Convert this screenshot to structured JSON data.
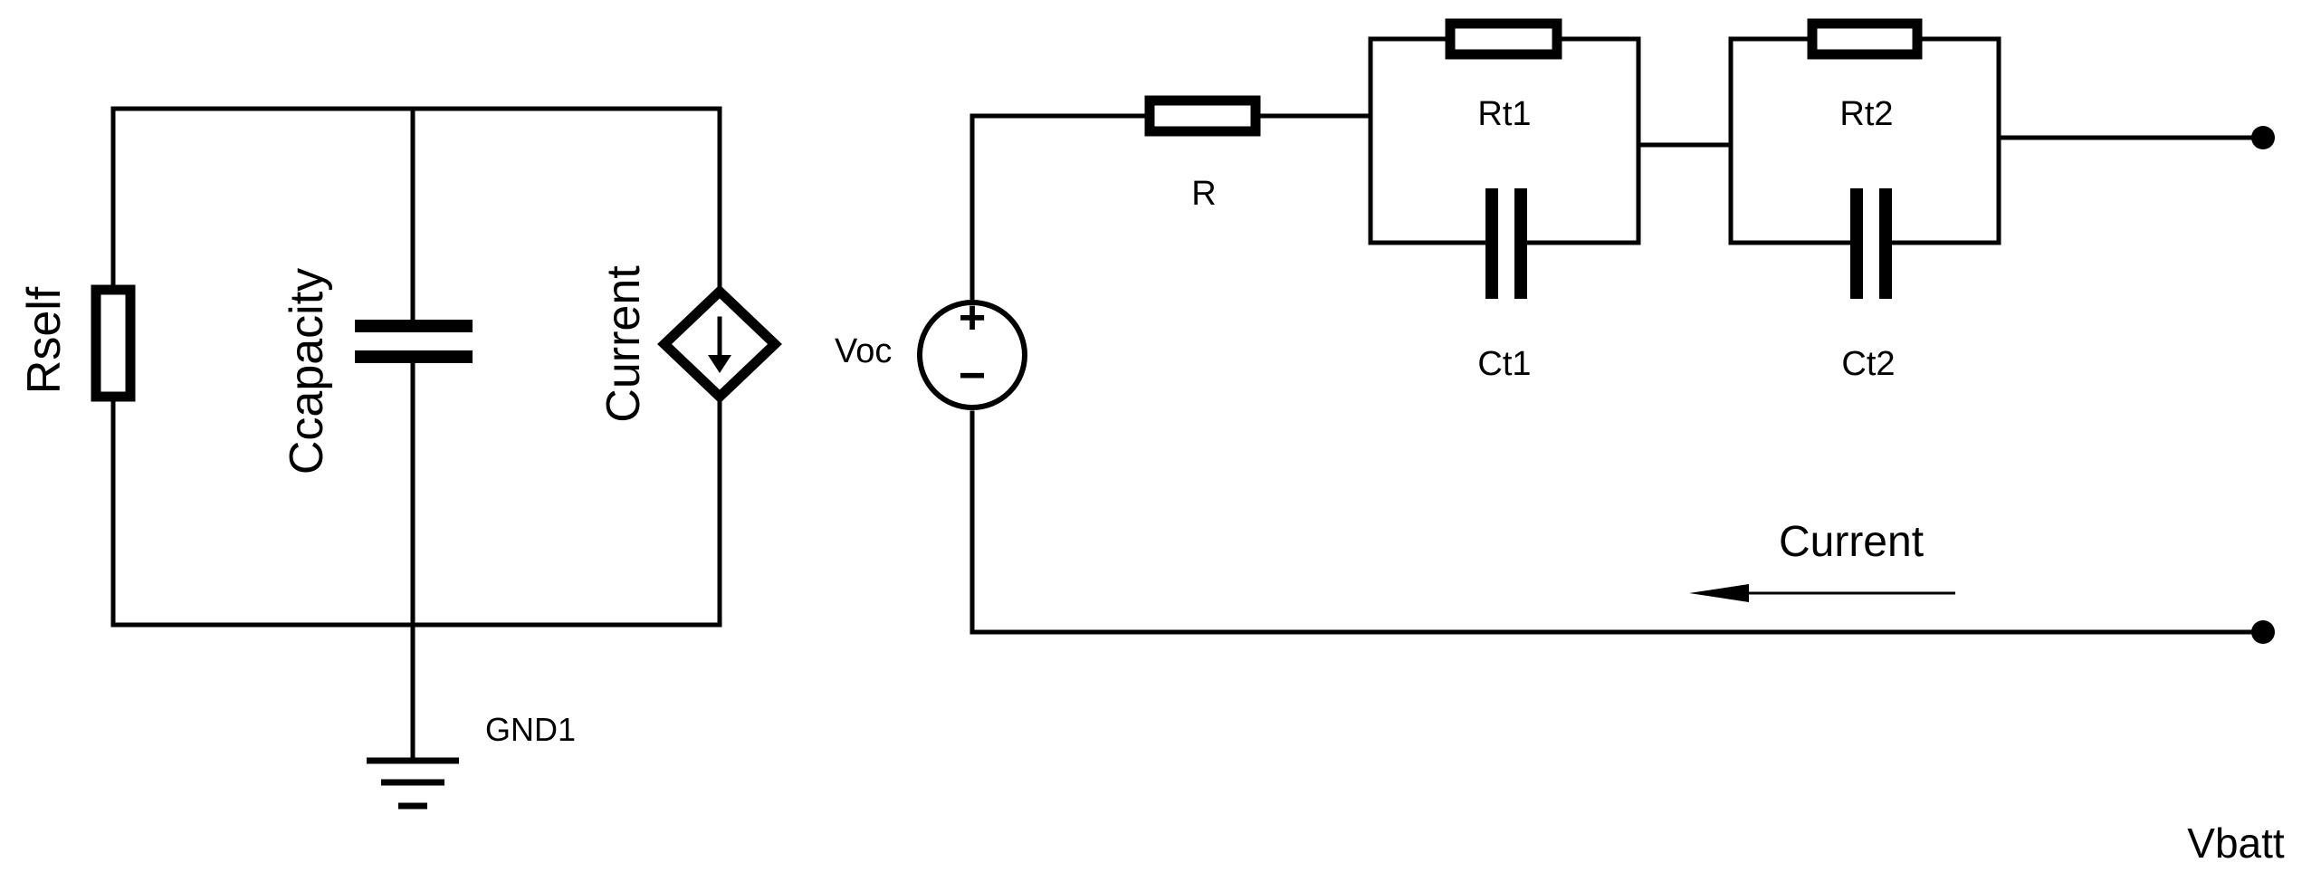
{
  "labels": {
    "rself": "Rself",
    "ccapacity": "Ccapacity",
    "current_source": "Current",
    "gnd": "GND1",
    "voc": "Voc",
    "r": "R",
    "rt1": "Rt1",
    "ct1": "Ct1",
    "rt2": "Rt2",
    "ct2": "Ct2",
    "current_arrow": "Current",
    "vbatt": "Vbatt"
  },
  "symbols": {
    "plus": "+",
    "minus": "−"
  }
}
